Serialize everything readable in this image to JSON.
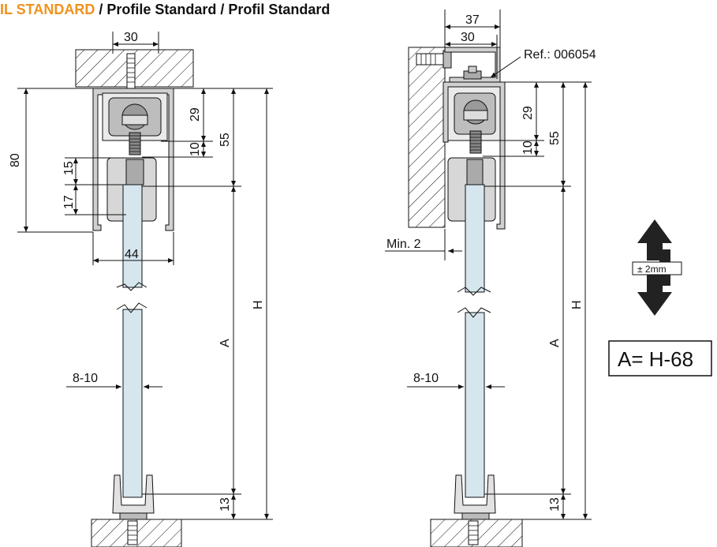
{
  "title": {
    "accent": "IL STANDARD",
    "rest": " / Profile Standard / Profil Standard"
  },
  "left": {
    "dim_30": "30",
    "dim_80": "80",
    "dim_15": "15",
    "dim_17": "17",
    "dim_29": "29",
    "dim_10": "10",
    "dim_55": "55",
    "dim_44": "44",
    "dim_8_10": "8-10",
    "dim_A": "A",
    "dim_H": "H",
    "dim_13": "13"
  },
  "right": {
    "dim_37": "37",
    "dim_30": "30",
    "ref": "Ref.: 006054",
    "dim_29": "29",
    "dim_10": "10",
    "dim_55": "55",
    "min": "Min. 2",
    "dim_8_10": "8-10",
    "dim_A": "A",
    "dim_H": "H",
    "dim_13": "13"
  },
  "adjust": {
    "label": "± 2mm"
  },
  "formula": "A= H-68",
  "colors": {
    "accent": "#f0921e",
    "glass": "#d6e6ee",
    "profile": "#c8c8c8"
  }
}
